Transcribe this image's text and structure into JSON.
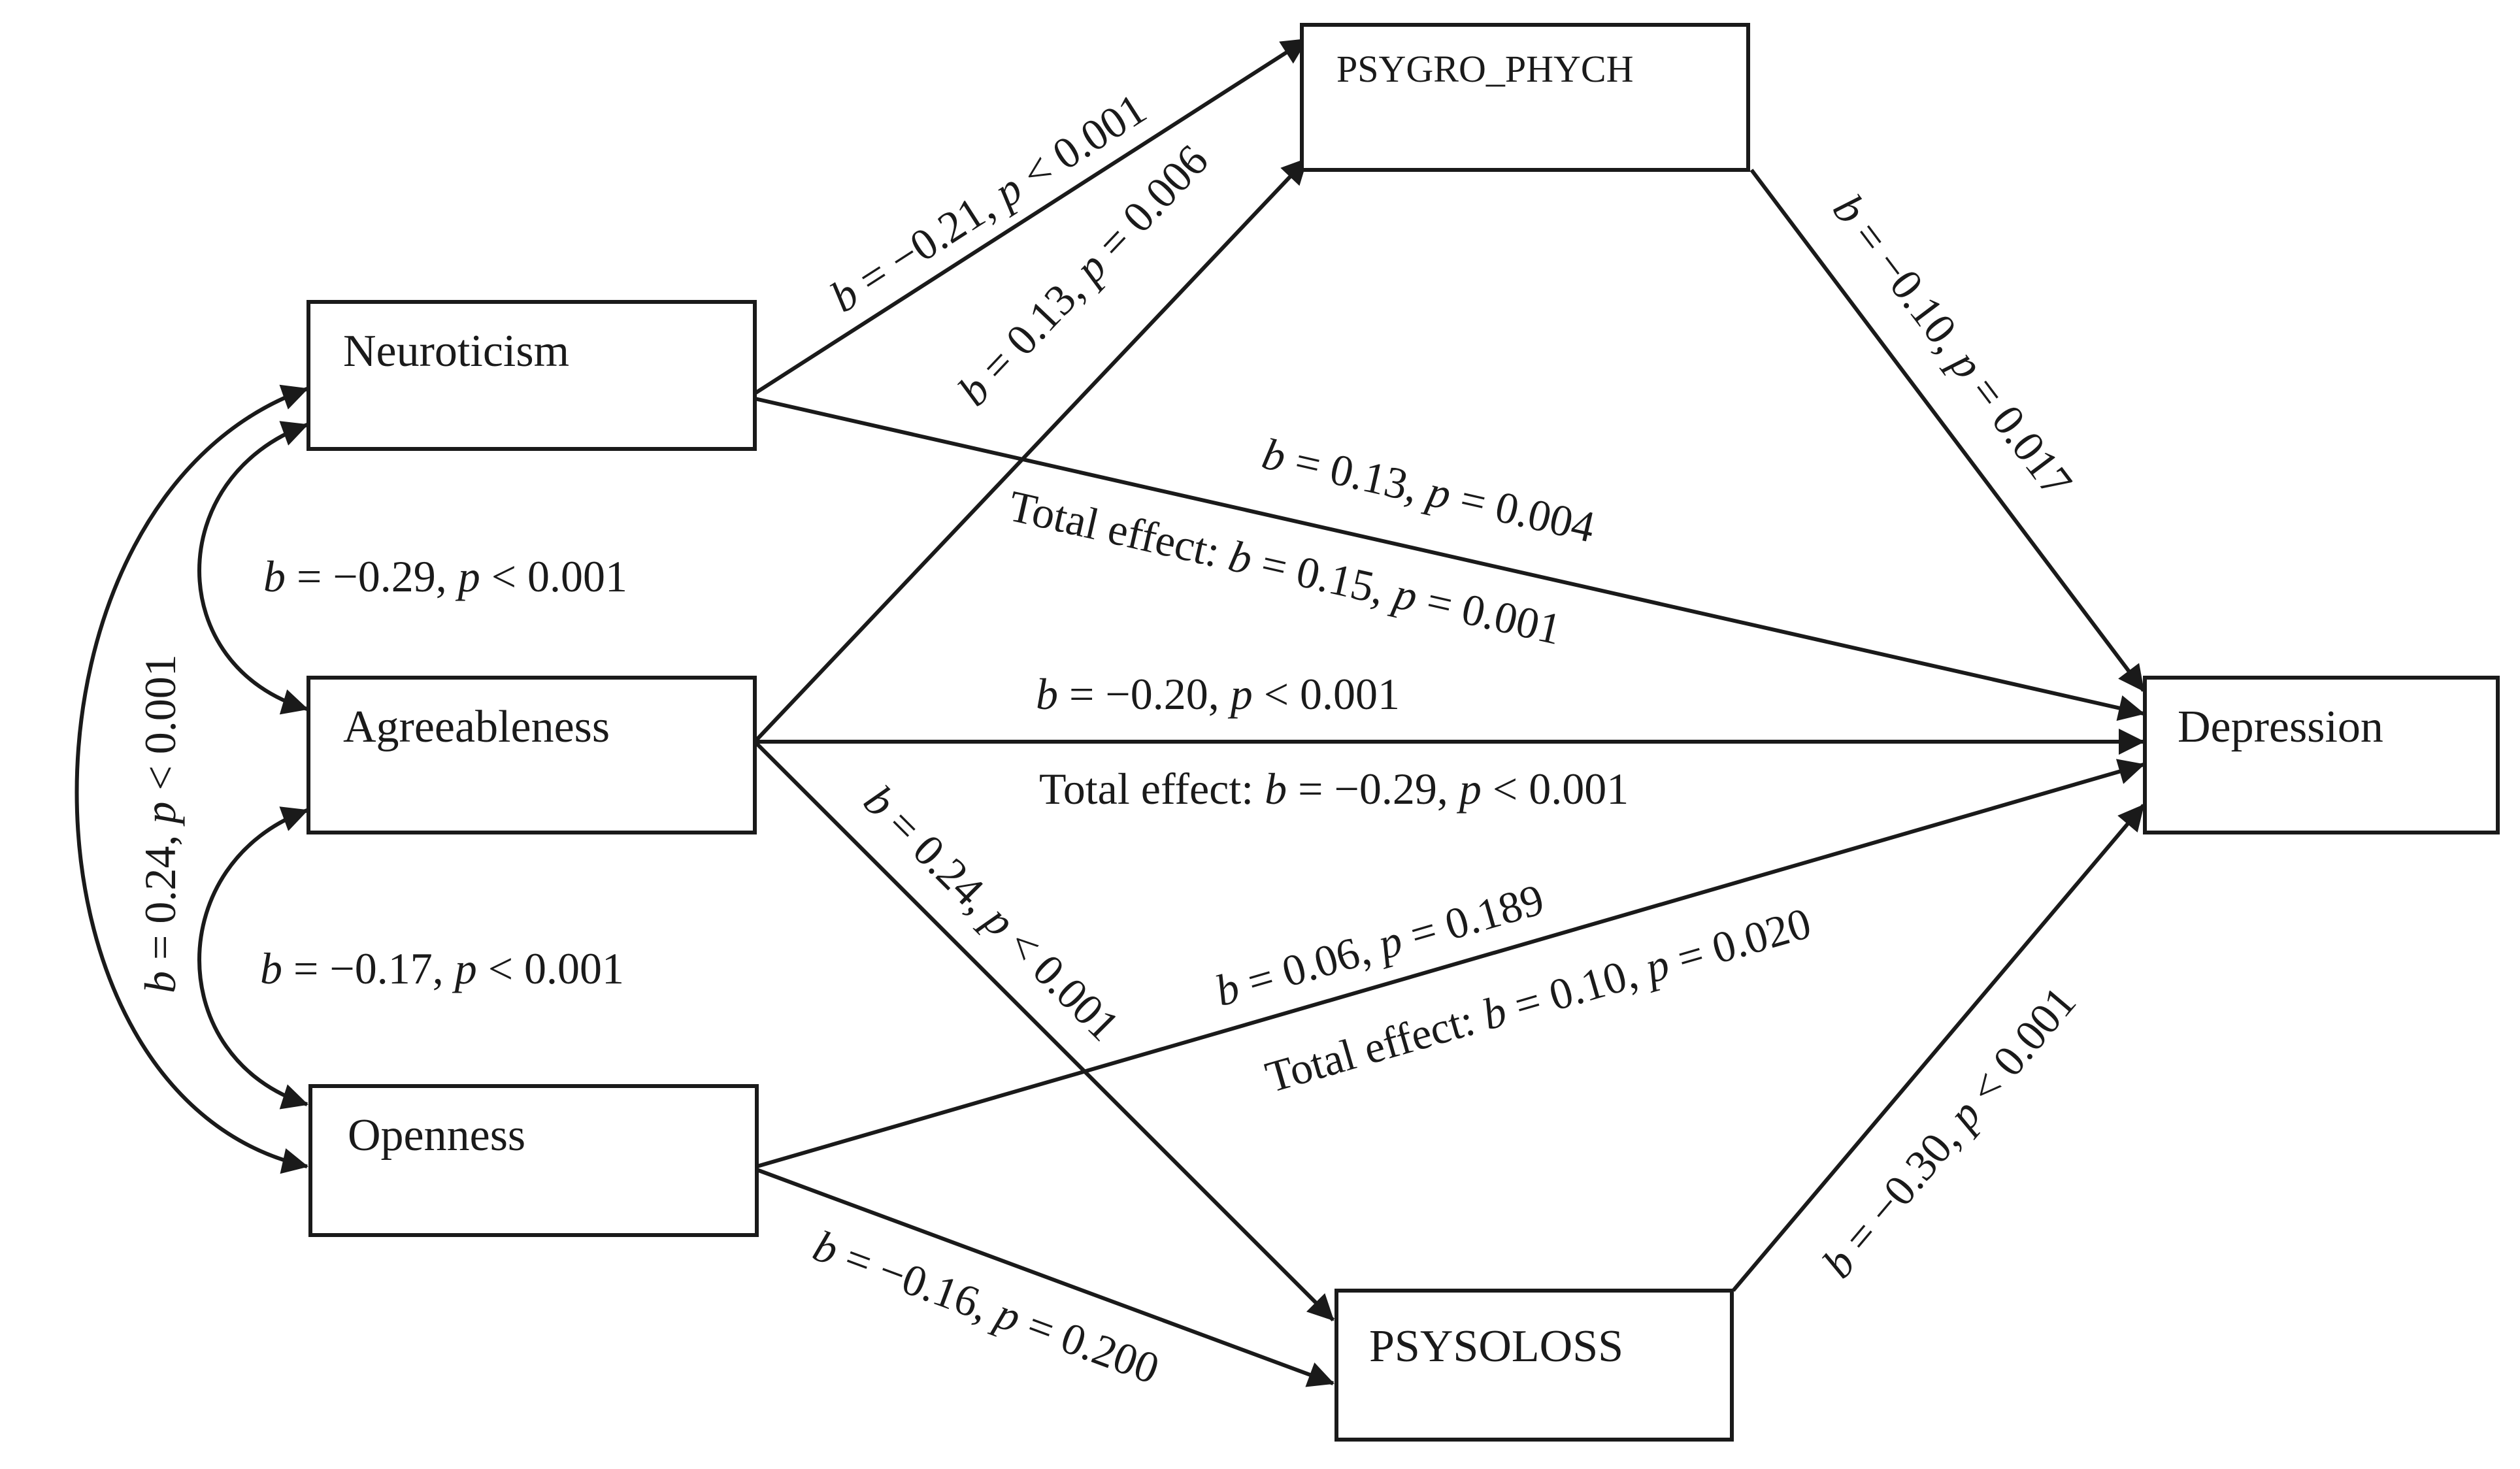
{
  "nodes": {
    "neuroticism": "Neuroticism",
    "agreeableness": "Agreeableness",
    "openness": "Openness",
    "psygro": "PSYGRO_PHYCH",
    "psysoloss": "PSYSOLOSS",
    "depression": "Depression"
  },
  "edges": {
    "neu_psygro": {
      "b": "−0.21",
      "p_op": "<",
      "p": "0.001"
    },
    "agr_psygro": {
      "b": "0.13",
      "p_op": "=",
      "p": "0.006"
    },
    "psygro_dep": {
      "b": "−0.10",
      "p_op": "=",
      "p": "0.017"
    },
    "neu_dep": {
      "b": "0.13",
      "p_op": "=",
      "p": "0.004"
    },
    "neu_dep_total": {
      "prefix": "Total effect: ",
      "b": "0.15",
      "p_op": "=",
      "p": "0.001"
    },
    "agr_dep": {
      "b": "−0.20",
      "p_op": "<",
      "p": "0.001"
    },
    "agr_dep_total": {
      "prefix": "Total effect: ",
      "b": "−0.29",
      "p_op": "<",
      "p": "0.001"
    },
    "agr_psysoloss": {
      "b": "0.24",
      "p_op": "<",
      "p": "0.001"
    },
    "opn_dep": {
      "b": "0.06",
      "p_op": "=",
      "p": "0.189"
    },
    "opn_dep_total": {
      "prefix": "Total effect: ",
      "b": "0.10",
      "p_op": "=",
      "p": "0.020"
    },
    "opn_psysoloss": {
      "b": "−0.16",
      "p_op": "=",
      "p": "0.200"
    },
    "psysoloss_dep": {
      "b": "−0.30",
      "p_op": "<",
      "p": "0.001"
    },
    "cov_neu_agr": {
      "b": "−0.29",
      "p_op": "<",
      "p": "0.001"
    },
    "cov_agr_opn": {
      "b": "−0.17",
      "p_op": "<",
      "p": "0.001"
    },
    "cov_neu_opn": {
      "b": "0.24",
      "p_op": "<",
      "p": "0.001"
    }
  }
}
